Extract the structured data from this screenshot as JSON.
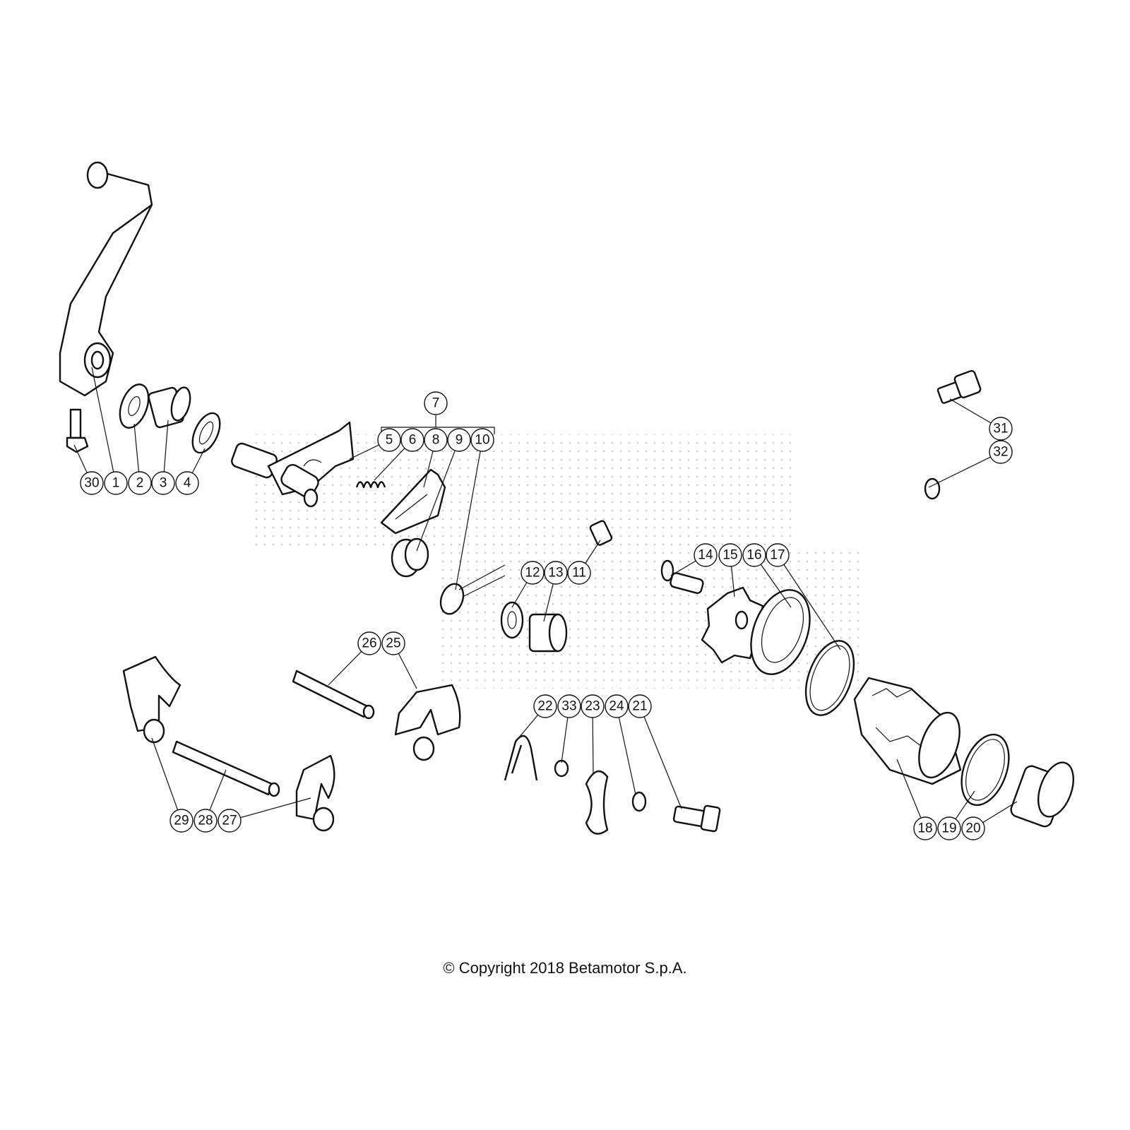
{
  "diagram": {
    "callouts": [
      "30",
      "1",
      "2",
      "3",
      "4",
      "7",
      "5",
      "6",
      "8",
      "9",
      "10",
      "31",
      "32",
      "14",
      "15",
      "16",
      "17",
      "12",
      "13",
      "11",
      "26",
      "25",
      "22",
      "33",
      "23",
      "24",
      "21",
      "29",
      "28",
      "27",
      "18",
      "19",
      "20"
    ]
  },
  "footer": {
    "copyright": "© Copyright 2018 Betamotor S.p.A."
  }
}
